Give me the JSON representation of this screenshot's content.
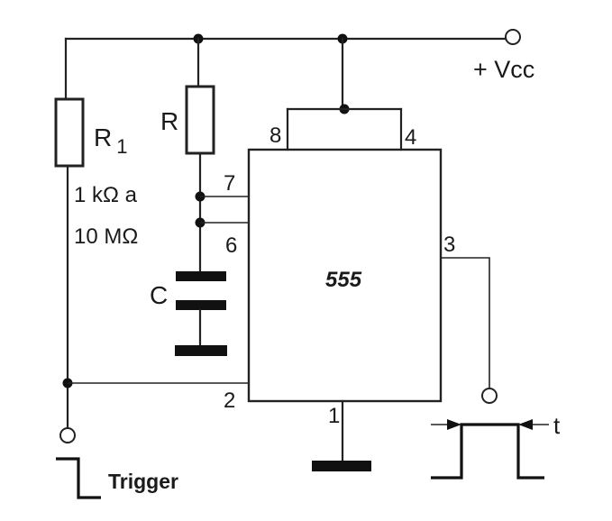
{
  "labels": {
    "vcc": "+ Vcc",
    "r1_name": "R",
    "r1_sub": "1",
    "r1_range_1": "1 kΩ a",
    "r1_range_2": "10 MΩ",
    "r_name": "R",
    "c_name": "C",
    "ic_name": "555",
    "pin8": "8",
    "pin4": "4",
    "pin7": "7",
    "pin6": "6",
    "pin3": "3",
    "pin2": "2",
    "pin1": "1",
    "trigger": "Trigger",
    "pulse_width": "t"
  }
}
